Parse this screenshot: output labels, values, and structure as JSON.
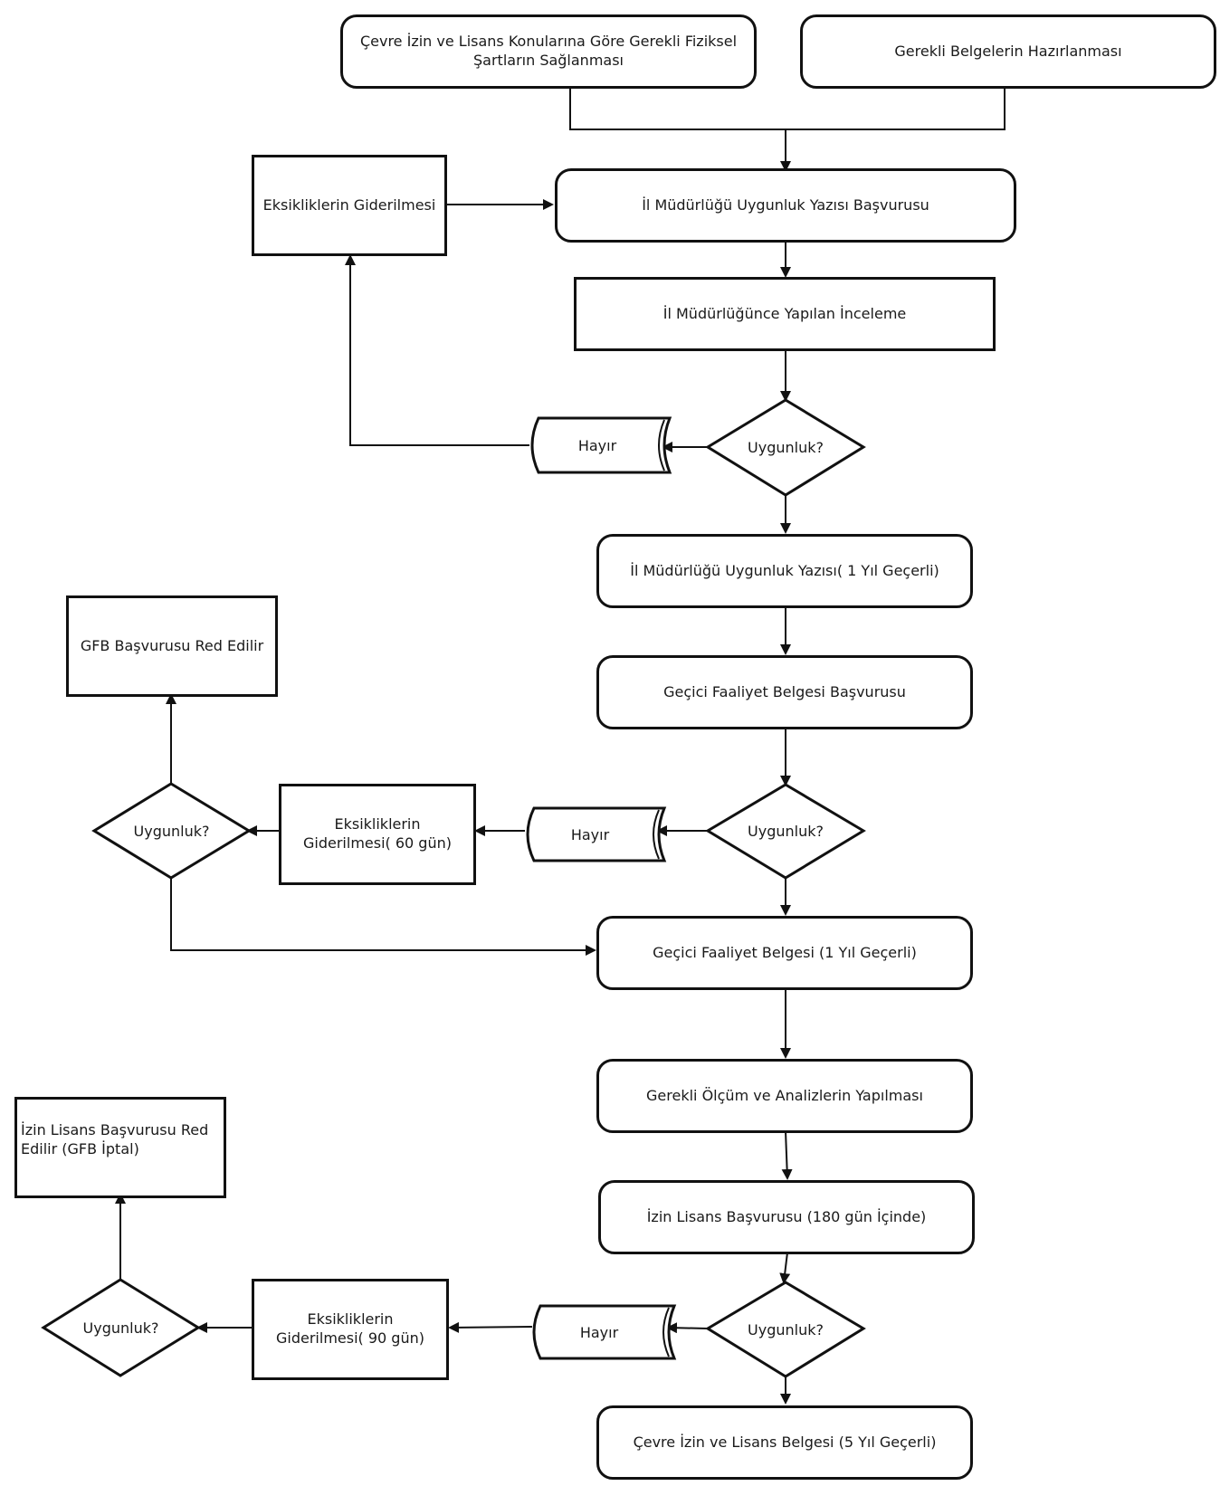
{
  "nodes": {
    "fiziksel": "Çevre İzin ve Lisans Konularına Göre Gerekli Fiziksel Şartların Sağlanması",
    "belgeler": "Gerekli Belgelerin Hazırlanması",
    "eksik1": "Eksikliklerin Giderilmesi",
    "basvuru1": "İl Müdürlüğü Uygunluk Yazısı Başvurusu",
    "inceleme": "İl Müdürlüğünce Yapılan İnceleme",
    "hayir1": "Hayır",
    "uygunluk1": "Uygunluk?",
    "yazi": "İl Müdürlüğü Uygunluk Yazısı( 1 Yıl Geçerli)",
    "gfb_red": "GFB Başvurusu Red Edilir",
    "gfb_basvuru": "Geçici Faaliyet Belgesi Başvurusu",
    "uygunluk2_left": "Uygunluk?",
    "eksik60": "Eksikliklerin Giderilmesi( 60 gün)",
    "hayir2": "Hayır",
    "uygunluk2": "Uygunluk?",
    "gfb": "Geçici Faaliyet Belgesi (1 Yıl Geçerli)",
    "olcum": "Gerekli Ölçüm ve Analizlerin Yapılması",
    "izin_red": "İzin Lisans Başvurusu Red Edilir (GFB İptal)",
    "izin_basvuru": "İzin Lisans Başvurusu (180 gün İçinde)",
    "uygunluk3_left": "Uygunluk?",
    "eksik90": "Eksikliklerin Giderilmesi( 90 gün)",
    "hayir3": "Hayır",
    "uygunluk3": "Uygunluk?",
    "belge": "Çevre İzin ve Lisans Belgesi (5 Yıl Geçerli)"
  }
}
